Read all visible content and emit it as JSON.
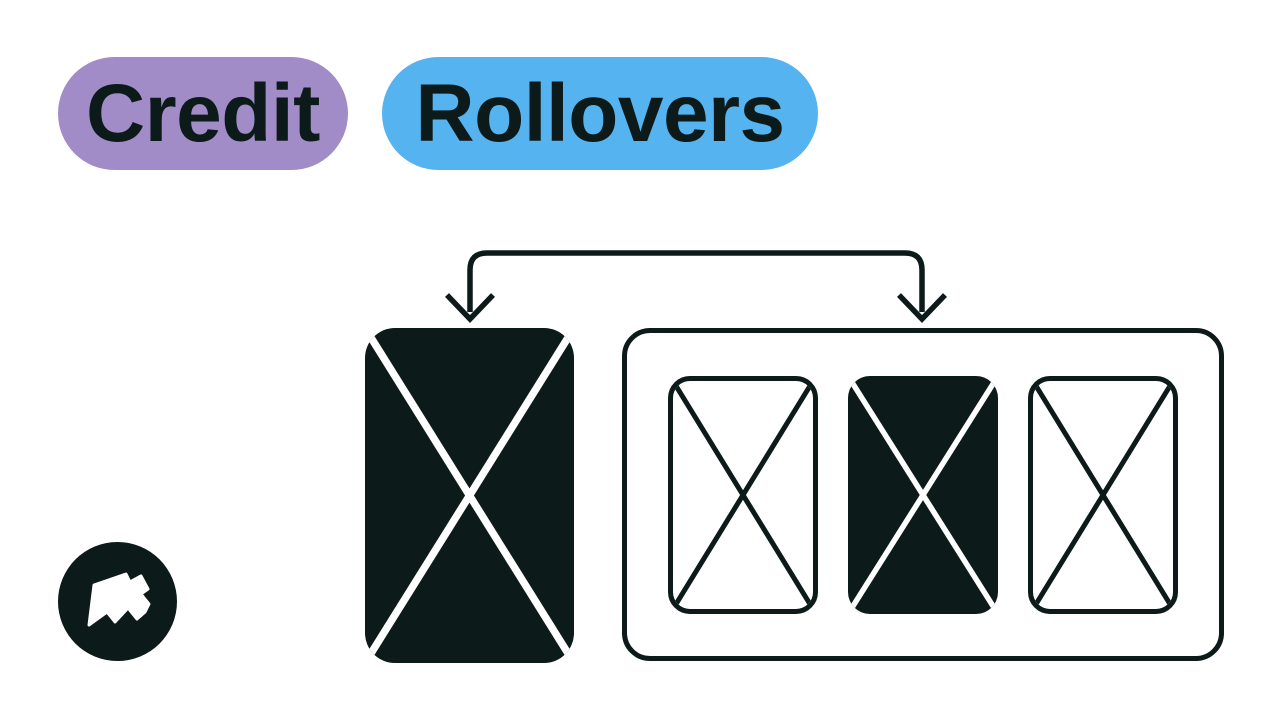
{
  "title_badges": [
    {
      "label": "Credit",
      "bg": "#a18cc8"
    },
    {
      "label": "Rollovers",
      "bg": "#55b3f0"
    }
  ],
  "colors": {
    "ink": "#0c1a19",
    "background": "#ffffff",
    "cross_on_dark": "#ffffff",
    "badge_purple": "#a18cc8",
    "badge_blue": "#55b3f0"
  },
  "diagram": {
    "connector": {
      "type": "split-down-arrows",
      "description": "bracket line splitting into two downward arrows"
    },
    "source_card": {
      "style": "filled-dark",
      "cross": "white-x"
    },
    "tray": {
      "cards": [
        {
          "style": "outline",
          "cross": "dark-x"
        },
        {
          "style": "filled-dark",
          "cross": "white-x"
        },
        {
          "style": "outline",
          "cross": "dark-x"
        }
      ]
    }
  },
  "logo": {
    "icon": "flag-logo"
  }
}
